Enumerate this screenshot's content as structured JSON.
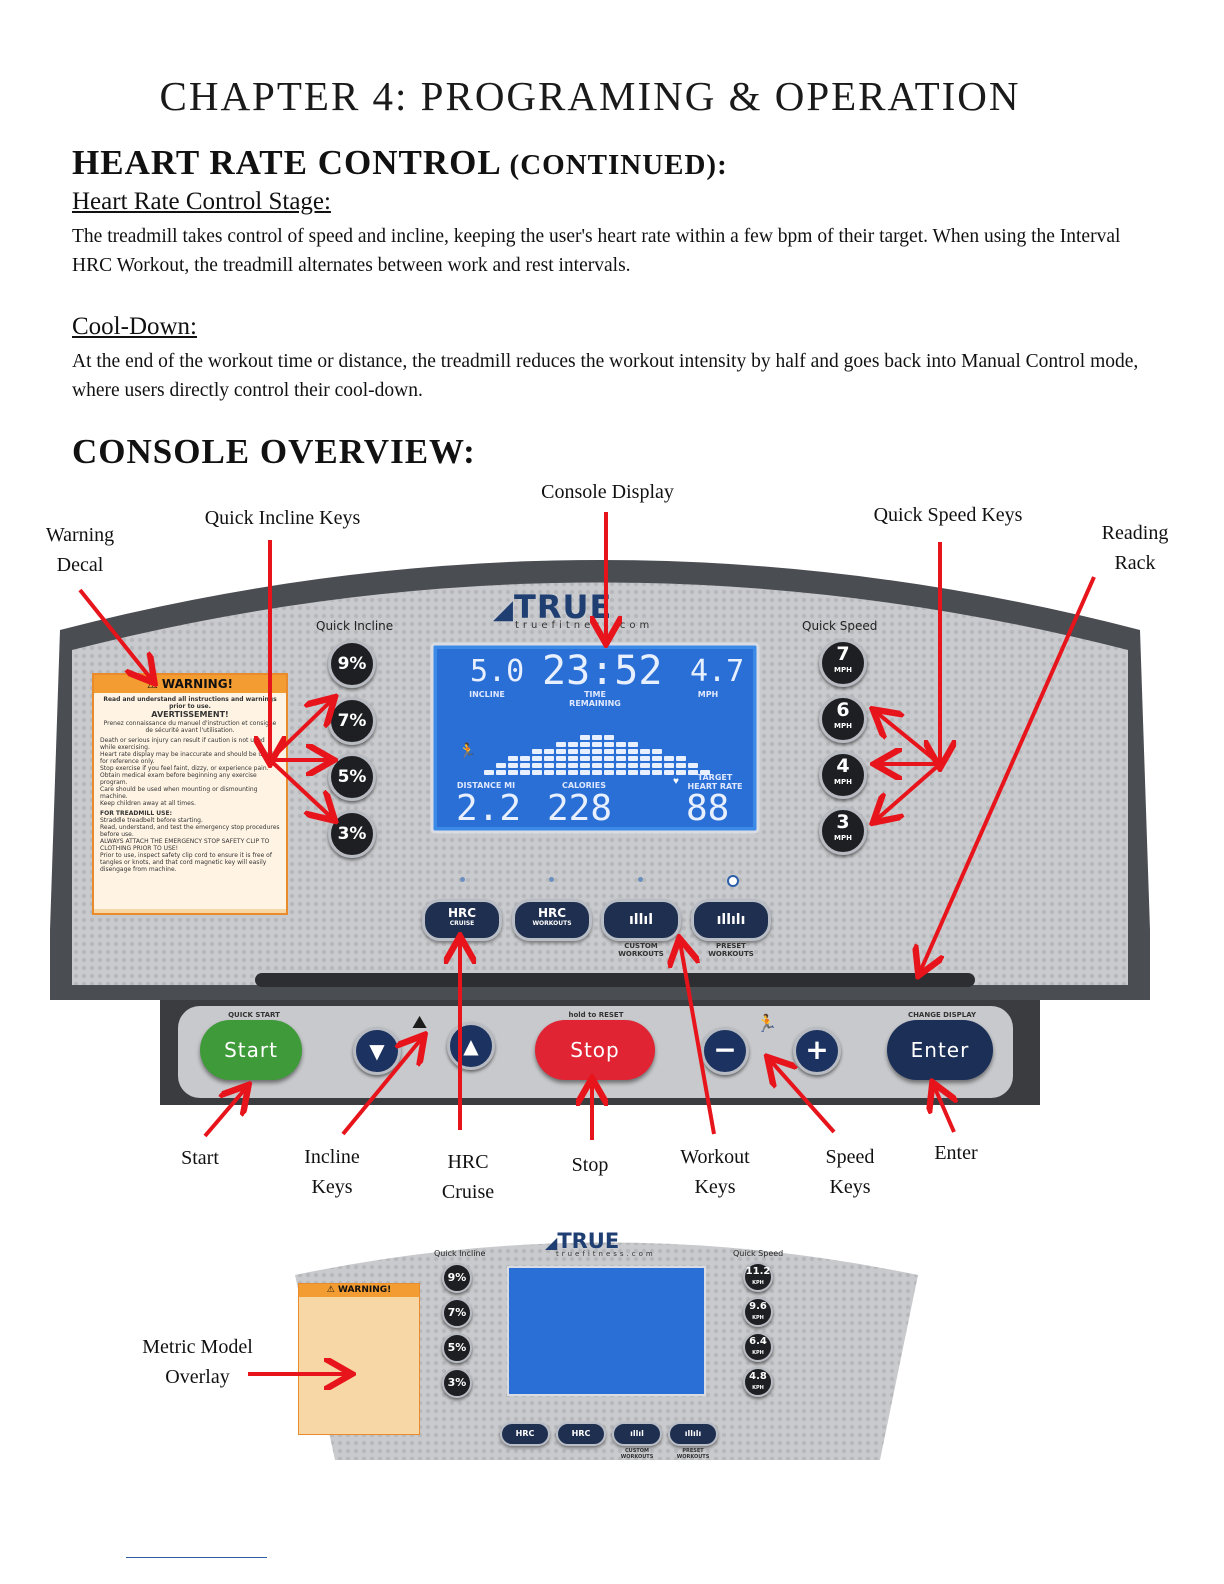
{
  "chapter_title": "CHAPTER 4: PROGRAMING & OPERATION",
  "section1": {
    "heading": "HEART RATE CONTROL",
    "heading_suffix": "(CONTINUED):",
    "sub1_title": "Heart Rate Control Stage:",
    "sub1_text": "The treadmill takes control of speed and incline, keeping the user's heart rate within a few bpm of their target. When using the Interval HRC Workout, the treadmill alternates between work and rest intervals.",
    "sub2_title": "Cool-Down:",
    "sub2_text": "At the end of the workout time or distance, the treadmill reduces the workout intensity by half and goes back into Manual Control mode, where users directly control their cool-down."
  },
  "section2": {
    "heading": "CONSOLE OVERVIEW:"
  },
  "callouts": {
    "warning_decal": [
      "Warning",
      "Decal"
    ],
    "quick_incline_keys": "Quick Incline Keys",
    "console_display": "Console Display",
    "quick_speed_keys": "Quick Speed Keys",
    "reading_rack": [
      "Reading",
      "Rack"
    ],
    "start": "Start",
    "incline_keys": [
      "Incline",
      "Keys"
    ],
    "hrc_cruise": [
      "HRC",
      "Cruise"
    ],
    "stop": "Stop",
    "workout_keys": [
      "Workout",
      "Keys"
    ],
    "speed_keys": [
      "Speed",
      "Keys"
    ],
    "enter": "Enter",
    "metric_overlay": [
      "Metric Model",
      "Overlay"
    ]
  },
  "console": {
    "brand": "TRUE",
    "website": "truefitness.com",
    "quick_incline_label": "Quick Incline",
    "quick_speed_label": "Quick Speed",
    "incline_keys": [
      "9%",
      "7%",
      "5%",
      "3%"
    ],
    "speed_keys": [
      "7",
      "6",
      "4",
      "3"
    ],
    "speed_unit": "MPH",
    "warning": {
      "title": "WARNING!",
      "line1": "Read and understand all instructions and warnings prior to use.",
      "line2": "AVERTISSEMENT!",
      "line3": "Prenez connaissance du manuel d'instruction et consigne de sécurité avant l'utilisation.",
      "bullets": [
        "Death or serious injury can result if caution is not used while exercising.",
        "Heart rate display may be inaccurate and should be used for reference only.",
        "Stop exercise if you feel faint, dizzy, or experience pain.",
        "Obtain medical exam before beginning any exercise program.",
        "Care should be used when mounting or dismounting machine.",
        "Keep children away at all times."
      ],
      "treadmill_use": "FOR TREADMILL USE:",
      "bullets2": [
        "Straddle treadbelt before starting.",
        "Read, understand, and test the emergency stop procedures before use.",
        "ALWAYS ATTACH THE EMERGENCY STOP SAFETY CLIP TO CLOTHING PRIOR TO USE!",
        "Prior to use, inspect safety clip cord to ensure it is free of tangles or knots, and that cord magnetic key will easily disengage from machine."
      ]
    },
    "display": {
      "incline": "5.0",
      "incline_label": "INCLINE",
      "time": "23:52",
      "time_label": "TIME REMAINING",
      "speed": "4.7",
      "speed_label": "MPH",
      "distance": "2.2",
      "distance_label": "DISTANCE  MI",
      "calories": "228",
      "calories_label": "CALORIES",
      "heart_rate": "88",
      "heart_rate_label": "TARGET HEART RATE",
      "profile_columns": [
        1,
        2,
        3,
        3,
        4,
        4,
        5,
        5,
        6,
        6,
        6,
        5,
        5,
        4,
        4,
        3,
        3,
        2,
        1
      ]
    },
    "workout_keys": [
      {
        "label": "HRC",
        "sub": "CRUISE",
        "caption": ""
      },
      {
        "label": "HRC",
        "sub": "WORKOUTS",
        "caption": ""
      },
      {
        "label": "ıllıl",
        "sub": "",
        "caption": "CUSTOM WORKOUTS"
      },
      {
        "label": "ıllılı",
        "sub": "",
        "caption": "PRESET WORKOUTS"
      }
    ],
    "quick_start_label": "QUICK START",
    "hold_reset_label": "hold to RESET",
    "change_display_label": "CHANGE DISPLAY",
    "start_btn": "Start",
    "stop_btn": "Stop",
    "enter_btn": "Enter",
    "minus": "−",
    "plus": "+"
  },
  "metric_console": {
    "brand": "TRUE",
    "website": "truefitness.com",
    "quick_incline_label": "Quick Incline",
    "quick_speed_label": "Quick Speed",
    "incline_keys": [
      "9%",
      "7%",
      "5%",
      "3%"
    ],
    "speed_keys": [
      "11.2",
      "9.6",
      "6.4",
      "4.8"
    ],
    "speed_unit": "KPH",
    "warning_title": "WARNING!",
    "workout_captions": [
      "",
      "",
      "CUSTOM WORKOUTS",
      "PRESET WORKOUTS"
    ]
  },
  "colors": {
    "arrow": "#e8141b",
    "lcd_blue": "#2a6fd6",
    "start_green": "#3f9a3a",
    "stop_red": "#e02434",
    "enter_navy": "#1b2f57",
    "warning_orange": "#f39c32"
  }
}
